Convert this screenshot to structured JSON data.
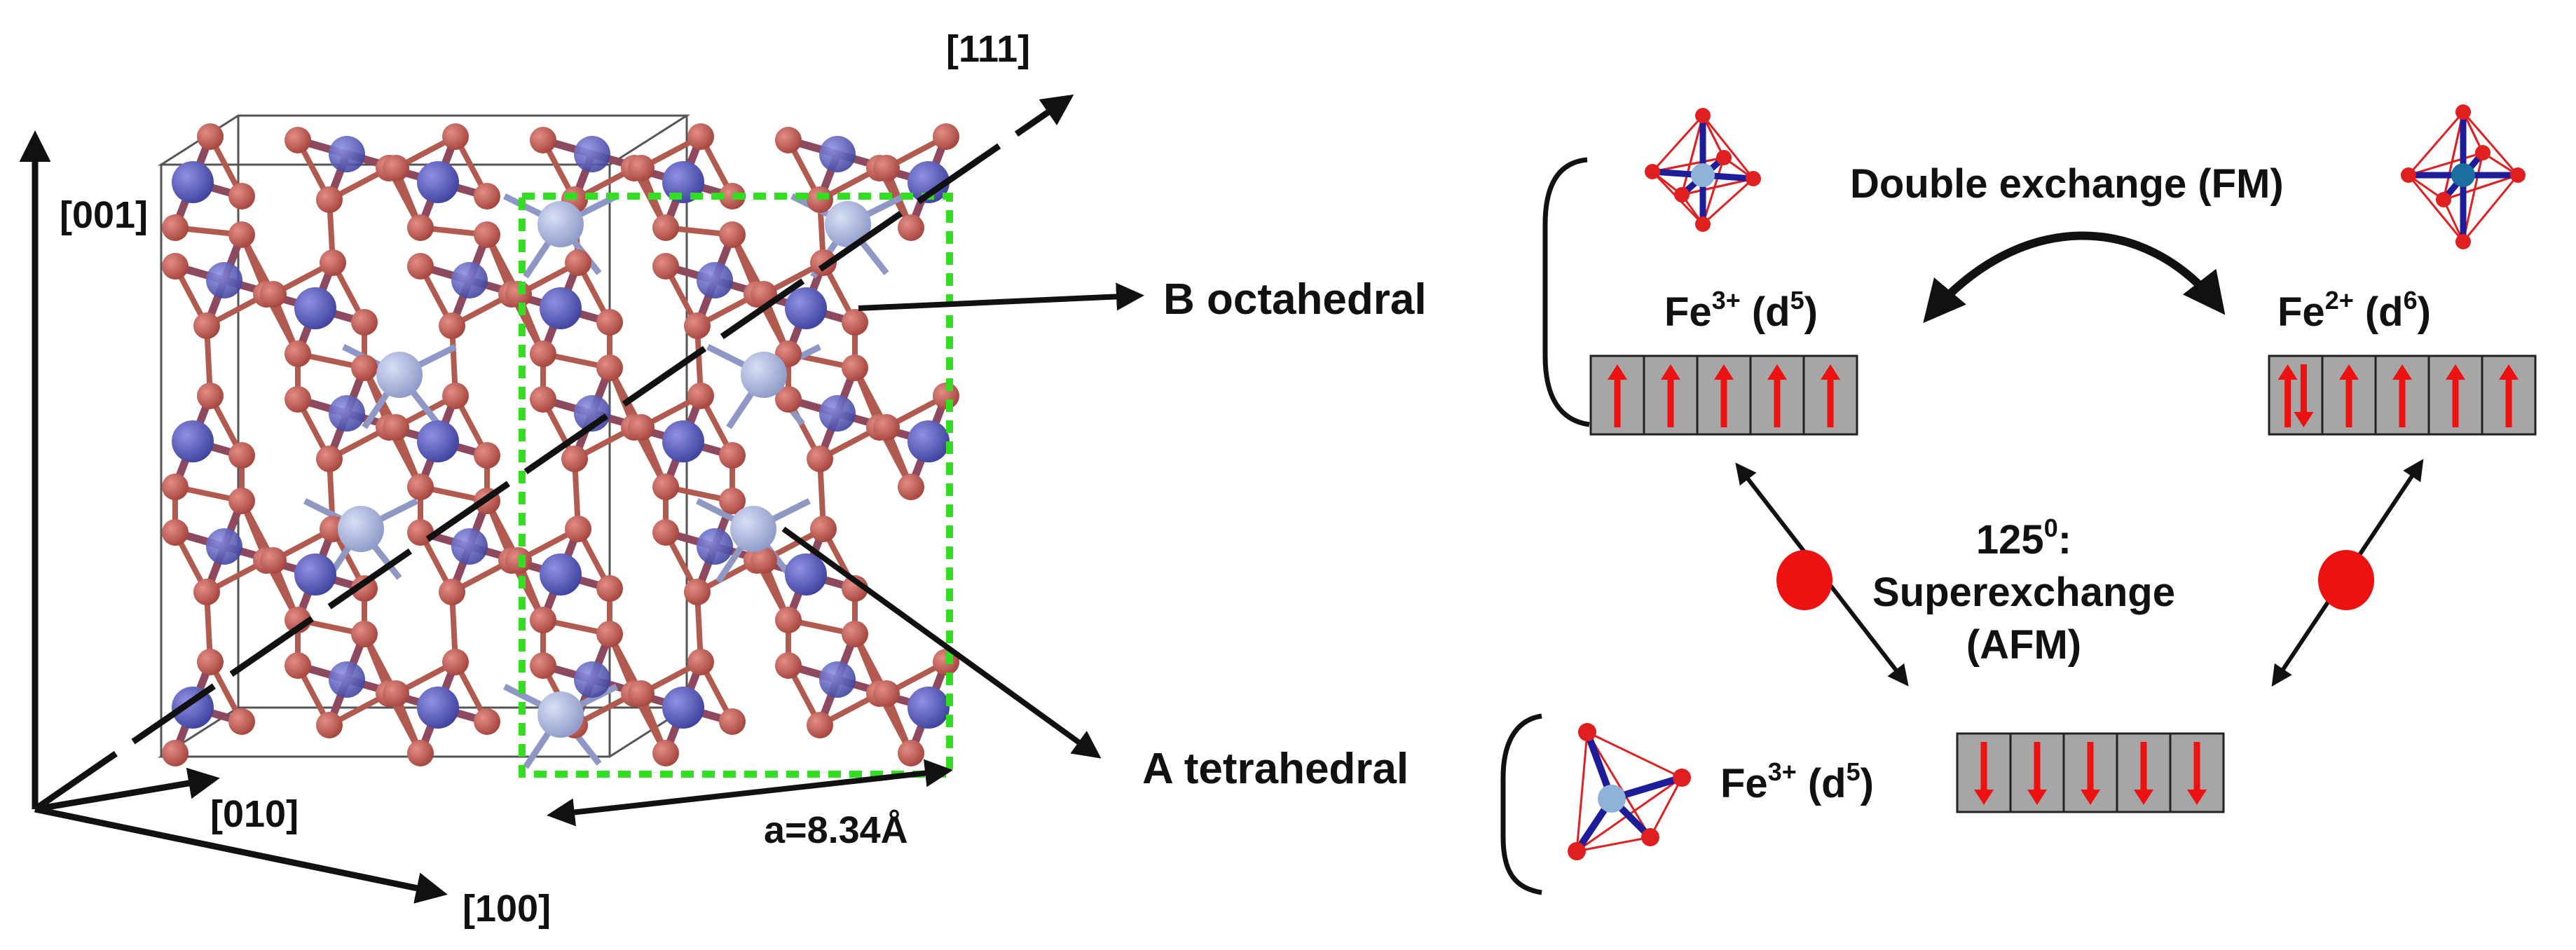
{
  "axes": {
    "z": "[001]",
    "y": "[010]",
    "x": "[100]",
    "diag": "[111]"
  },
  "lattice_constant": "a=8.34Å",
  "site_labels": {
    "octahedral": "B  octahedral",
    "tetrahedral": "A  tetrahedral"
  },
  "ions": {
    "fe3_oct": {
      "base": "Fe",
      "charge": "3+",
      "config_open": " (d",
      "exp": "5",
      "config_close": ")"
    },
    "fe2_oct": {
      "base": "Fe",
      "charge": "2+",
      "config_open": " (d",
      "exp": "6",
      "config_close": ")"
    },
    "fe3_tet": {
      "base": "Fe",
      "charge": "3+",
      "config_open": " (d",
      "exp": "5",
      "config_close": ")"
    }
  },
  "interactions": {
    "double_exchange": "Double exchange (FM)",
    "angle_value": "125",
    "angle_sup": "0",
    "angle_colon": ":",
    "superexchange_line1": "Superexchange",
    "superexchange_line2": "(AFM)"
  },
  "spins": {
    "fe3_oct": [
      "up",
      "up",
      "up",
      "up",
      "up"
    ],
    "fe2_oct": [
      "updown",
      "up",
      "up",
      "up",
      "up"
    ],
    "fe3_tet": [
      "down",
      "down",
      "down",
      "down",
      "down"
    ]
  },
  "colors": {
    "oxygen": "#b5524a",
    "iron_octahedral": "#5457b5",
    "iron_tetrahedral": "#a9b4dd",
    "unit_cell_outline": "#33dd22",
    "spin_arrow": "#ee1111",
    "spin_box": "#a6a6a6",
    "oxygen_marker": "#ee1111"
  }
}
